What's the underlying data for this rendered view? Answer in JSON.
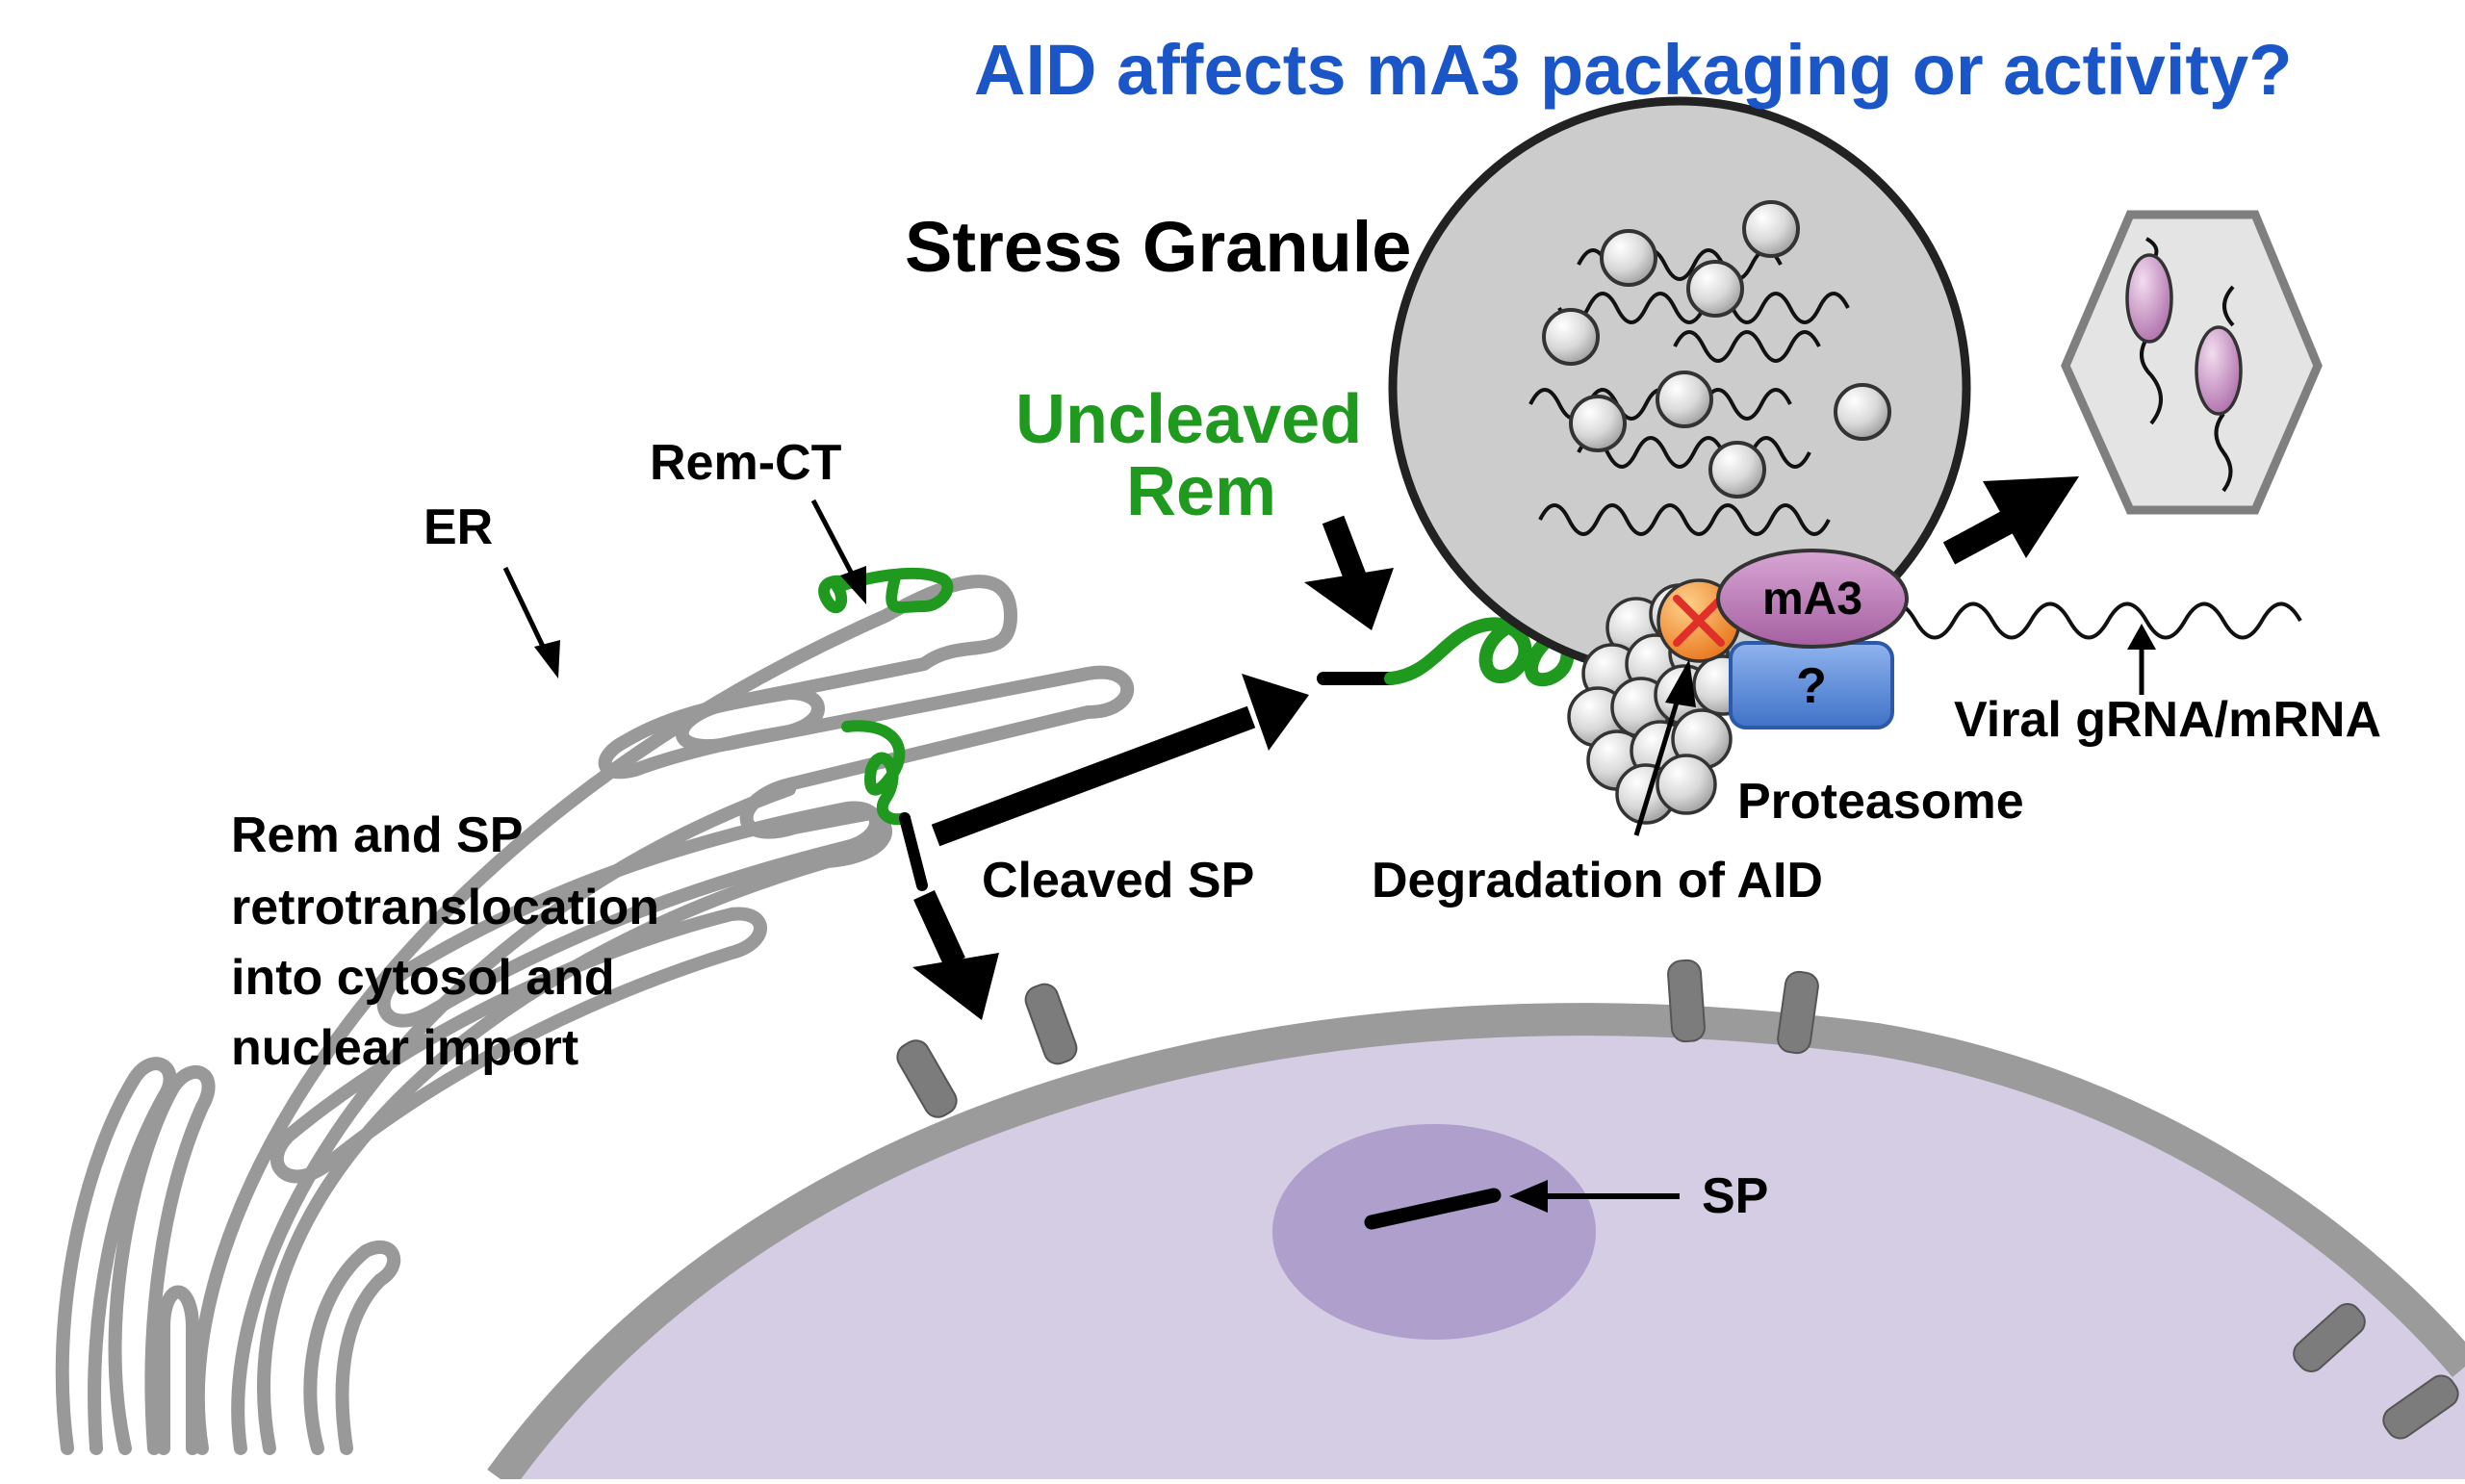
{
  "title": "AID affects mA3 packaging or activity?",
  "labels": {
    "stress_granule": "Stress Granule",
    "uncleaved_rem_line1": "Uncleaved",
    "uncleaved_rem_line2": "Rem",
    "rem_ct": "Rem-CT",
    "er": "ER",
    "retro_line1": "Rem and SP",
    "retro_line2": "retrotranslocation",
    "retro_line3": "into cytosol and",
    "retro_line4": "nuclear import",
    "cleaved_sp": "Cleaved SP",
    "degradation": "Degradation of AID",
    "proteasome": "Proteasome",
    "viral_rna": "Viral gRNA/mRNA",
    "sp": "SP",
    "ma3": "mA3",
    "question": "?"
  },
  "colors": {
    "title_blue": "#1a56c8",
    "rem_green": "#1f9a1f",
    "er_gray": "#999999",
    "nucleus_fill": "#d4cde4",
    "nucleolus_fill": "#ae9fcc",
    "envelope_gray": "#9b9b9b",
    "pore_gray": "#7c7c7c",
    "granule_fill": "#cccccc",
    "ma3_purple": "#c48cc0",
    "question_blue": "#5f8fd8",
    "aid_orange": "#f29a3a",
    "x_red": "#e0302a"
  }
}
